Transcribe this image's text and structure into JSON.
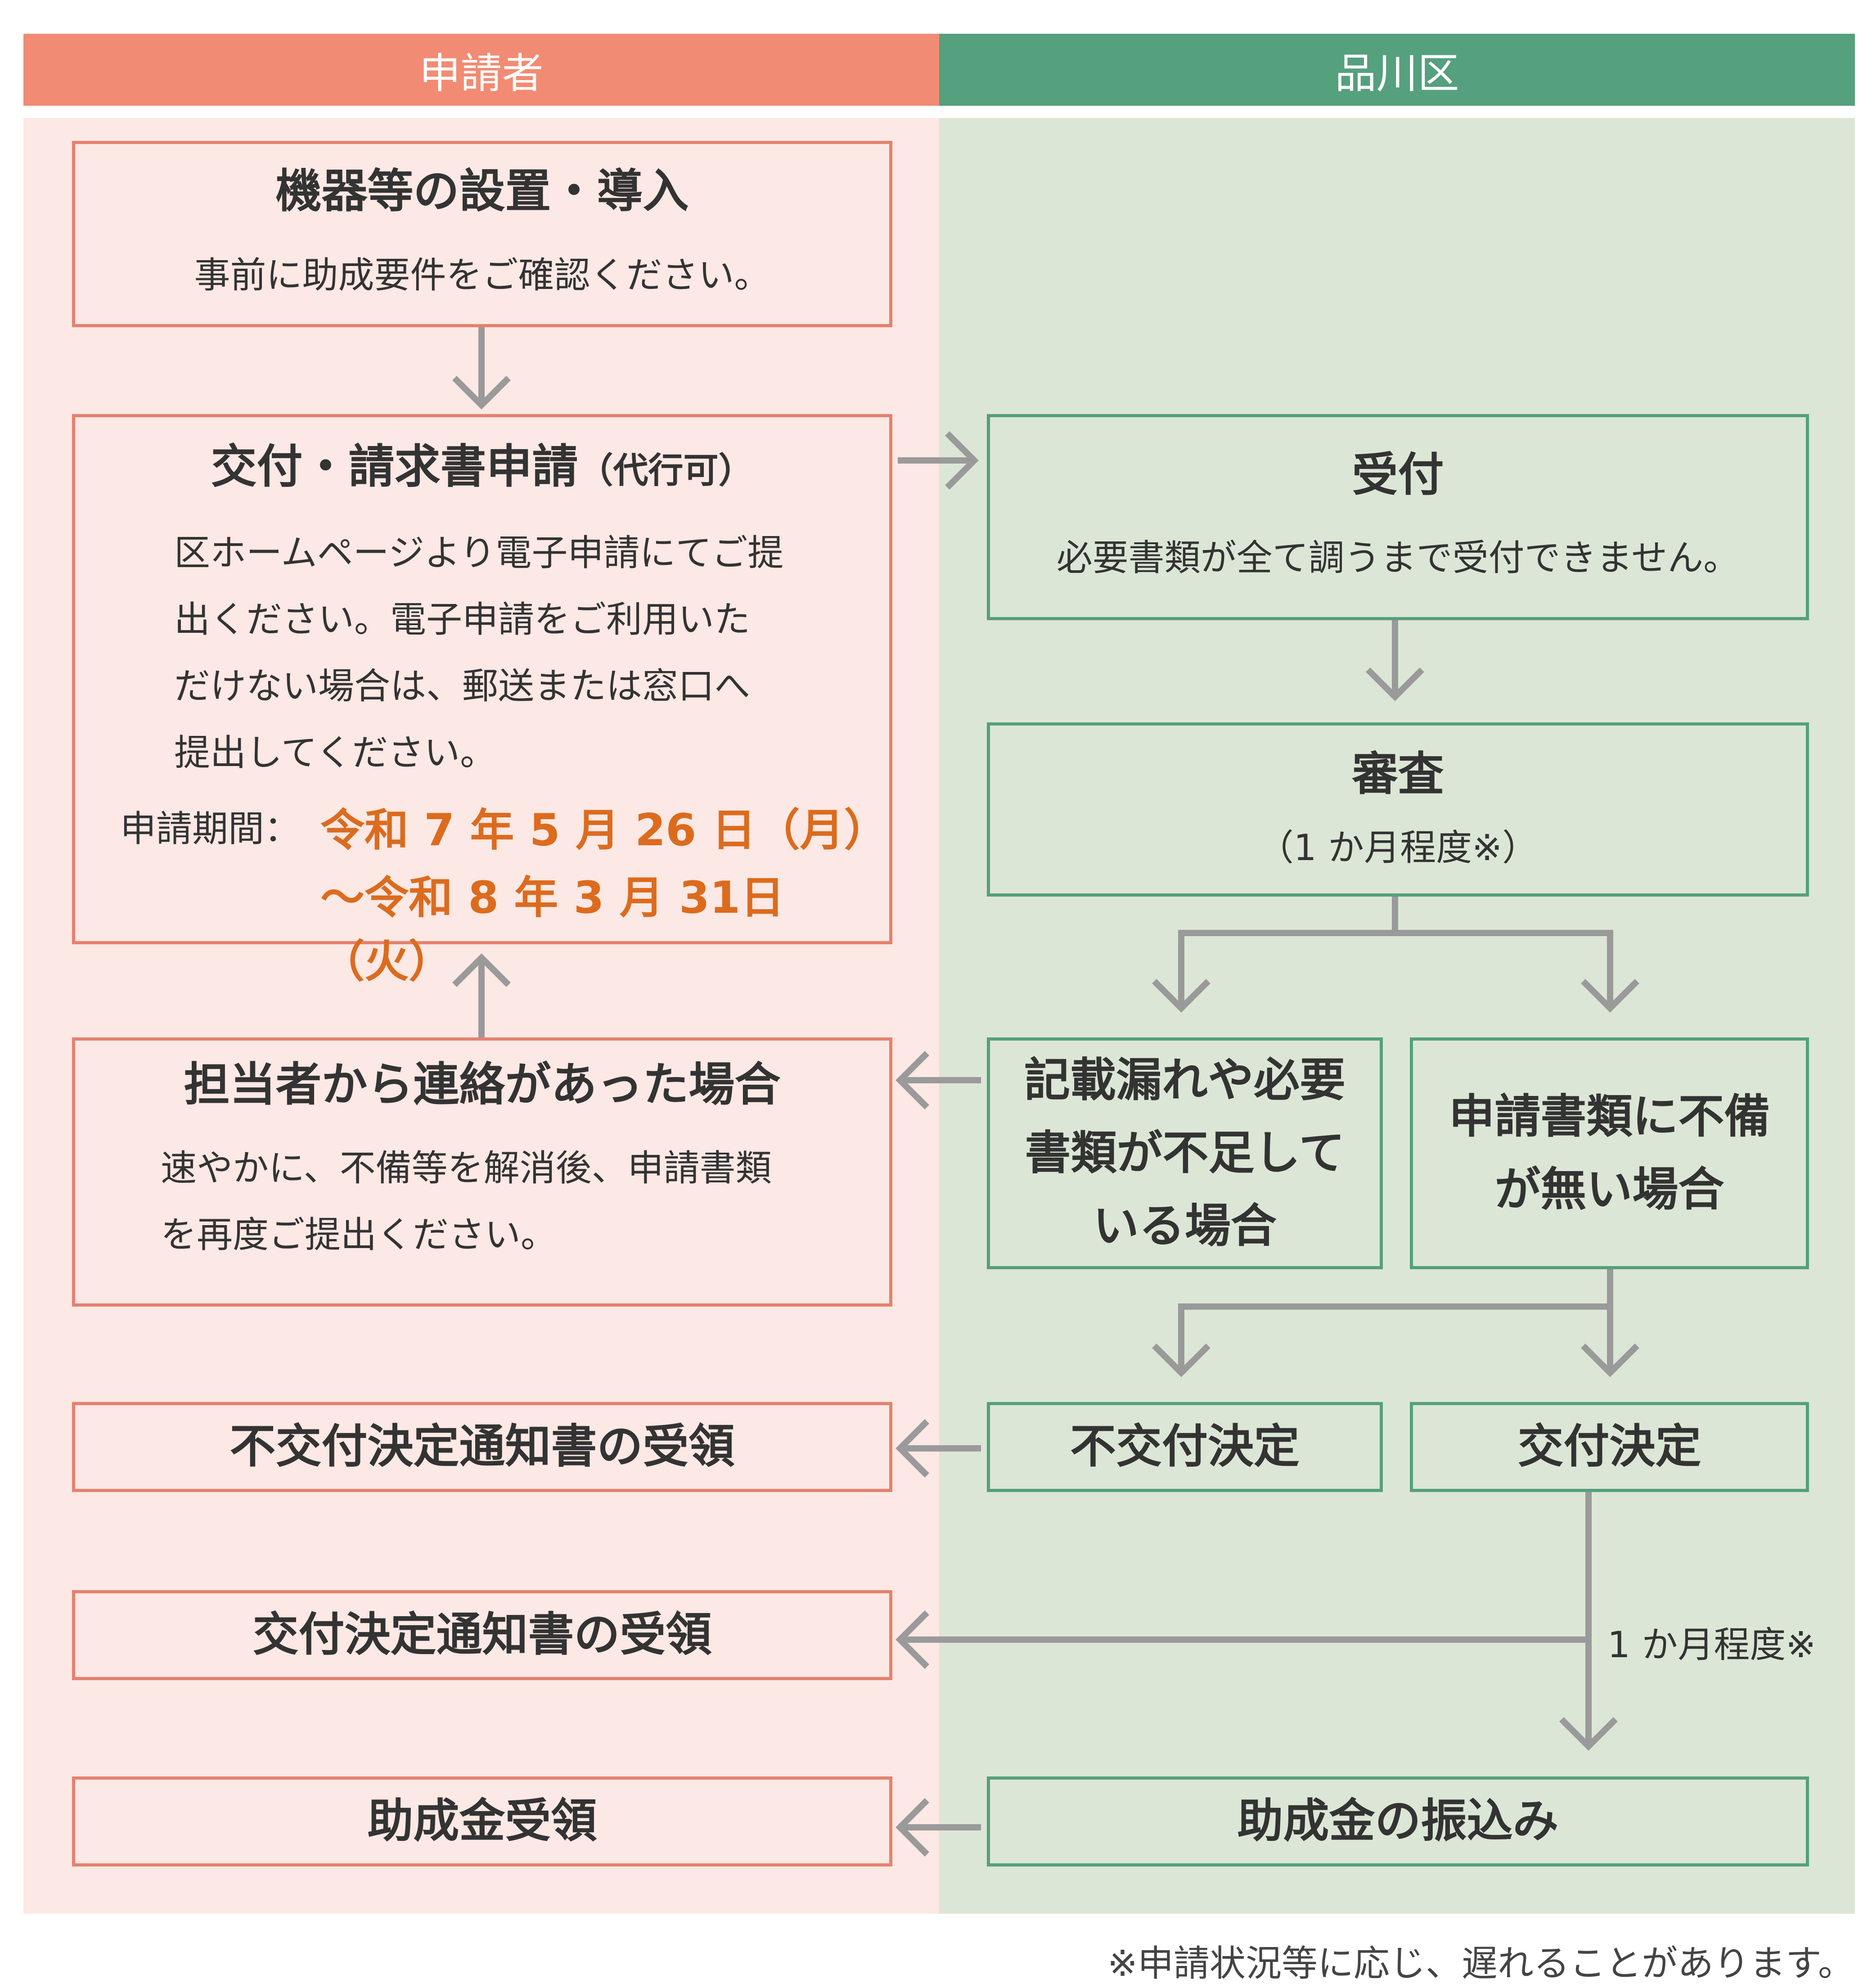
{
  "colors": {
    "applicant_header": "#f28b73",
    "ward_header": "#55a07d",
    "applicant_panel": "#fce8e4",
    "ward_panel": "#dce6d6",
    "applicant_border": "#e5816f",
    "ward_border": "#55a07d",
    "arrow": "#9a9a9a",
    "highlight": "#dc6b1e"
  },
  "header": {
    "applicant": "申請者",
    "ward": "品川区"
  },
  "applicant": {
    "install": {
      "title": "機器等の設置・導入",
      "note": "事前に助成要件をご確認ください。"
    },
    "apply": {
      "title": "交付・請求書申請",
      "title_suffix": "（代行可）",
      "lines": [
        "区ホームページより電子申請にてご提",
        "出ください。電子申請をご利用いた",
        "だけない場合は、郵送または窓口へ",
        "提出してください。"
      ],
      "period_label": "申請期間：",
      "period_start": "令和 7 年 5 月 26 日（月）",
      "period_end": "〜令和 8 年 3 月 31日（火）"
    },
    "contact": {
      "title": "担当者から連絡があった場合",
      "lines": [
        "速やかに、不備等を解消後、申請書類",
        "を再度ご提出ください。"
      ]
    },
    "non_grant_notice": "不交付決定通知書の受領",
    "grant_notice": "交付決定通知書の受領",
    "receive_subsidy": "助成金受領"
  },
  "ward": {
    "reception": {
      "title": "受付",
      "note": "必要書類が全て調うまで受付できません。"
    },
    "review": {
      "title": "審査",
      "note": "（1 か月程度※）"
    },
    "deficient": {
      "lines": [
        "記載漏れや必要",
        "書類が不足して",
        "いる場合"
      ]
    },
    "complete": {
      "lines": [
        "申請書類に不備",
        "が無い場合"
      ]
    },
    "non_grant": "不交付決定",
    "grant": "交付決定",
    "payment": "助成金の振込み",
    "month_note": "1 か月程度※"
  },
  "footnote": "※申請状況等に応じ、遅れることがあります。"
}
